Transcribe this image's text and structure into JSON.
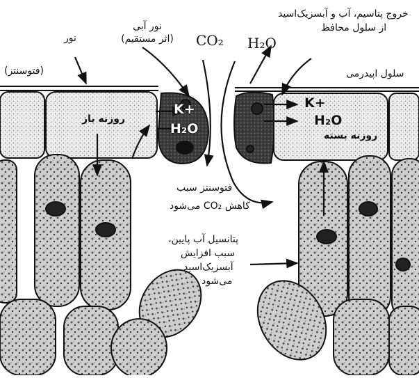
{
  "labels": {
    "light": "نور",
    "blue_light_1": "نور آبی",
    "blue_light_2": "(اثر مستقیم)",
    "photosynthesis": "(فتوسنتز)",
    "co2_top": "CO₂",
    "h2o_top": "H₂O",
    "exit_1": "خروج پتاسیم، آب و آبسزیک‌اسید",
    "exit_2": "از سلول محافظ",
    "epidermal_cell": "سلول اپیدرمی",
    "open_stoma": "روزنه باز",
    "closed_stoma": "روزنه بسته",
    "k_left": "K+",
    "h2o_left": "H₂O",
    "k_right": "K+",
    "h2o_right": "H₂O",
    "photo_reduce_1": "فتوسنتز سبب",
    "photo_reduce_2": "کاهش CO₂ می‌شود",
    "potential_1": "پتانسیل آب پایین،",
    "potential_2": "سبب افزایش",
    "potential_3": "آبسزیک‌اسید",
    "potential_4": "می‌شود"
  },
  "colors": {
    "ink": "#111111",
    "cell_fill": "#e6e6e6",
    "guard_fill": "#4a4a4a"
  }
}
